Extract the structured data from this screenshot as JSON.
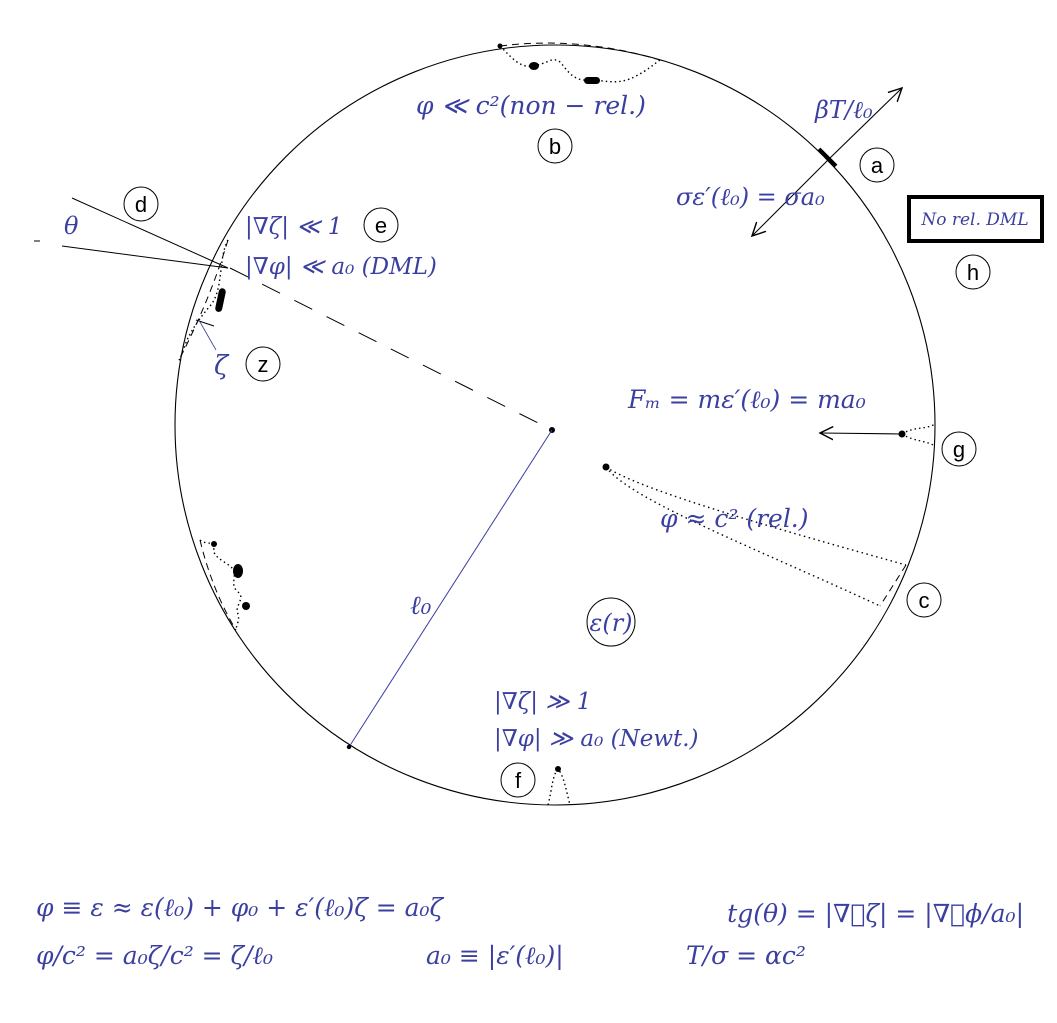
{
  "labels": {
    "a": "a",
    "b": "b",
    "c": "c",
    "d": "d",
    "e": "e",
    "f": "f",
    "g": "g",
    "h": "h",
    "z": "z"
  },
  "annotations": {
    "phi_nonrel": "φ ≪ c²(non − rel.)",
    "beta_t": "βT/ℓ₀",
    "sigma_eps": "σε′(ℓ₀) = σa₀",
    "no_rel_dml": "No rel. DML",
    "theta": "θ",
    "grad_zeta_small": "|∇ζ| ≪ 1",
    "grad_phi_small": "|∇φ| ≪ a₀  (DML)",
    "zeta": "ζ",
    "force": "Fₘ = mε′(ℓ₀) = ma₀",
    "phi_rel": "φ ≈ c²  (rel.)",
    "ell0": "ℓ₀",
    "eps_r": "ε(r)",
    "grad_zeta_large": "|∇ζ| ≫ 1",
    "grad_phi_large": "|∇φ| ≫ a₀  (Newt.)"
  },
  "equations": {
    "eq1": "φ ≡ ε ≈ ε(ℓ₀) + φ₀ + ε′(ℓ₀)ζ = a₀ζ",
    "eq2": "φ/c² = a₀ζ/c² = ζ/ℓ₀",
    "eq3": "a₀ ≡ |ε′(ℓ₀)|",
    "eq4": "tg(θ) = |∇⃗ζ| = |∇⃗ϕ/a₀|",
    "eq5": "T/σ = αc²"
  },
  "colors": {
    "math": "#3a3fa0",
    "ink": "#000000"
  }
}
